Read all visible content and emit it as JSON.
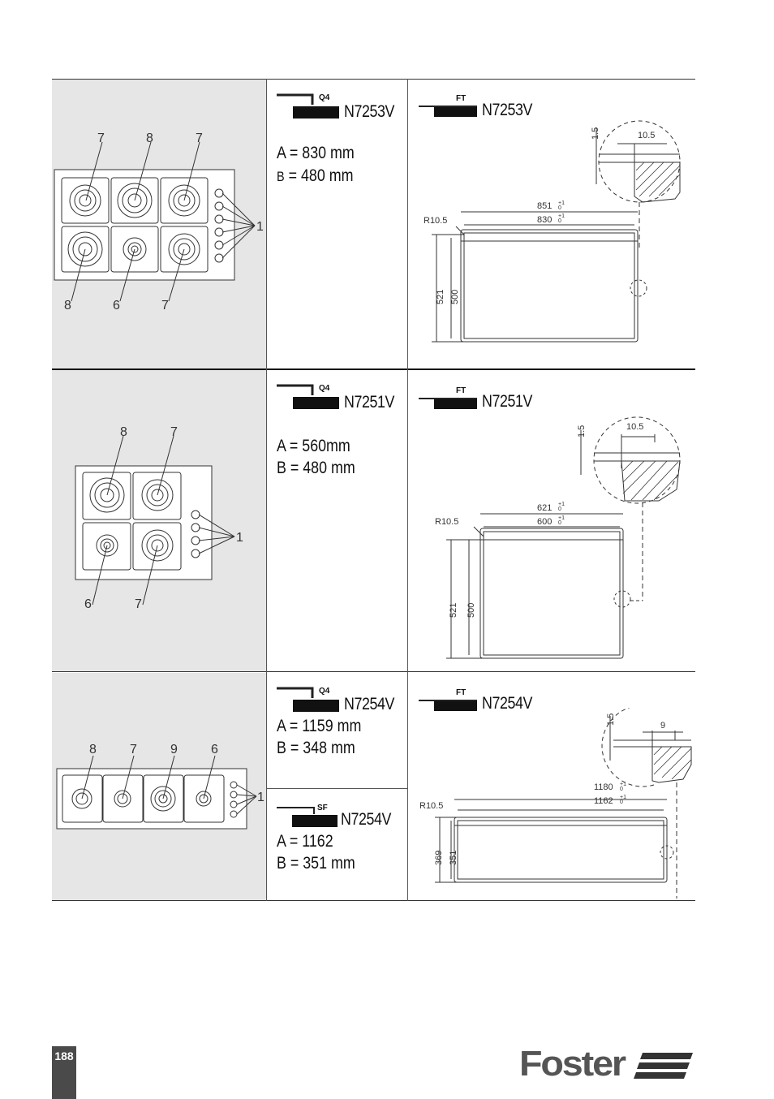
{
  "rows": [
    {
      "q_badge": "Q4",
      "q_model": "N7253V",
      "a_label": "A = 830 mm",
      "b_prefix": "B",
      "b_value": " = 480 mm",
      "ft_badge": "FT",
      "ft_model": "N7253V",
      "hob_callouts_top": [
        "7",
        "8",
        "7"
      ],
      "hob_callouts_bottom": [
        "8",
        "6",
        "7"
      ],
      "hob_callout_knobs": "1",
      "cut_outer_width": "851",
      "cut_inner_width": "830",
      "cut_outer_depth": "521",
      "cut_inner_depth": "500",
      "radius": "R10.5",
      "detail_thickness": "1.5",
      "detail_width": "10.5"
    },
    {
      "q_badge": "Q4",
      "q_model": "N7251V",
      "a_label": "A = 560mm",
      "b_label": "B = 480 mm",
      "ft_badge": "FT",
      "ft_model": "N7251V",
      "hob_callouts_top": [
        "8",
        "7"
      ],
      "hob_callouts_bottom": [
        "6",
        "7"
      ],
      "hob_callout_knobs": "1",
      "cut_outer_width": "621",
      "cut_inner_width": "600",
      "cut_outer_depth": "521",
      "cut_inner_depth": "500",
      "radius": "R10.5",
      "detail_thickness": "1.5",
      "detail_width": "10.5"
    },
    {
      "q_badge": "Q4",
      "q_model": "N7254V",
      "a_label": "A = 1159 mm",
      "b_label": "B = 348 mm",
      "sf_badge": "SF",
      "sf_model": "N7254V",
      "sf_a_label": "A = 1162",
      "sf_b_label": "B = 351 mm",
      "ft_badge": "FT",
      "ft_model": "N7254V",
      "hob_callouts_top": [
        "8",
        "7",
        "9",
        "6"
      ],
      "hob_callout_knobs": "1",
      "cut_outer_width": "1180",
      "cut_inner_width": "1162",
      "cut_outer_depth": "369",
      "cut_inner_depth": "351",
      "radius": "R10.5",
      "detail_thickness": "1.5",
      "detail_width": "9"
    }
  ],
  "tolerance_plus": "+1",
  "tolerance_zero": "0",
  "page_number": "188",
  "brand": "Foster",
  "colors": {
    "panel_gray": "#e6e6e6",
    "ink": "#222222",
    "page_tab": "#4a4a4a"
  }
}
